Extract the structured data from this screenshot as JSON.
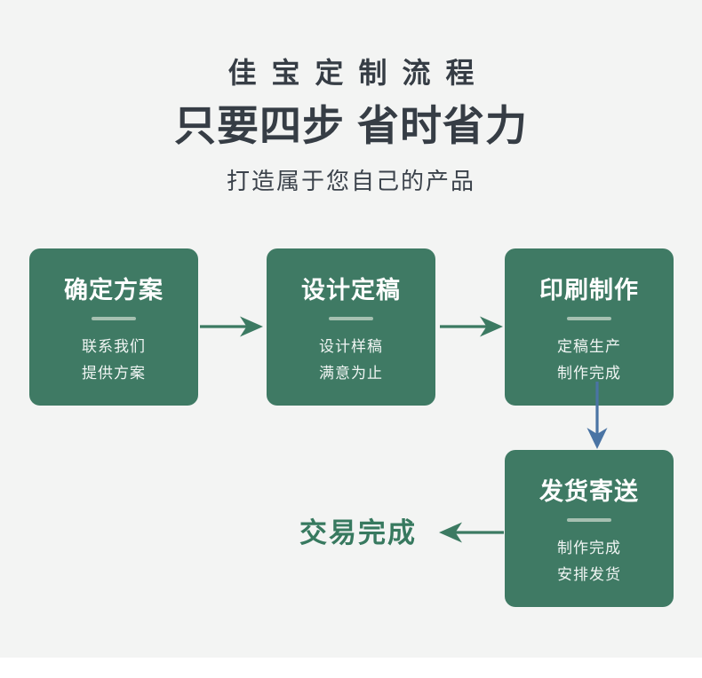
{
  "colors": {
    "background": "#f3f4f3",
    "card_green": "#3f7a64",
    "divider_green": "#a6c0b1",
    "arrow_green": "#3c7a62",
    "arrow_blue": "#4a74a4",
    "heading_dark": "#363d45",
    "subtitle_dark": "#3b424b",
    "final_green": "#37795f"
  },
  "header": {
    "kicker": "佳宝定制流程",
    "title": "只要四步 省时省力",
    "subtitle": "打造属于您自己的产品"
  },
  "steps": [
    {
      "title": "确定方案",
      "lines": [
        "联系我们",
        "提供方案"
      ]
    },
    {
      "title": "设计定稿",
      "lines": [
        "设计样稿",
        "满意为止"
      ]
    },
    {
      "title": "印刷制作",
      "lines": [
        "定稿生产",
        "制作完成"
      ]
    },
    {
      "title": "发货寄送",
      "lines": [
        "制作完成",
        "安排发货"
      ]
    }
  ],
  "final_label": "交易完成",
  "icons": {
    "step1_to_step2": "arrow-right-icon",
    "step2_to_step3": "arrow-right-icon",
    "step3_to_step4": "arrow-down-icon",
    "step4_to_done": "arrow-left-icon"
  }
}
